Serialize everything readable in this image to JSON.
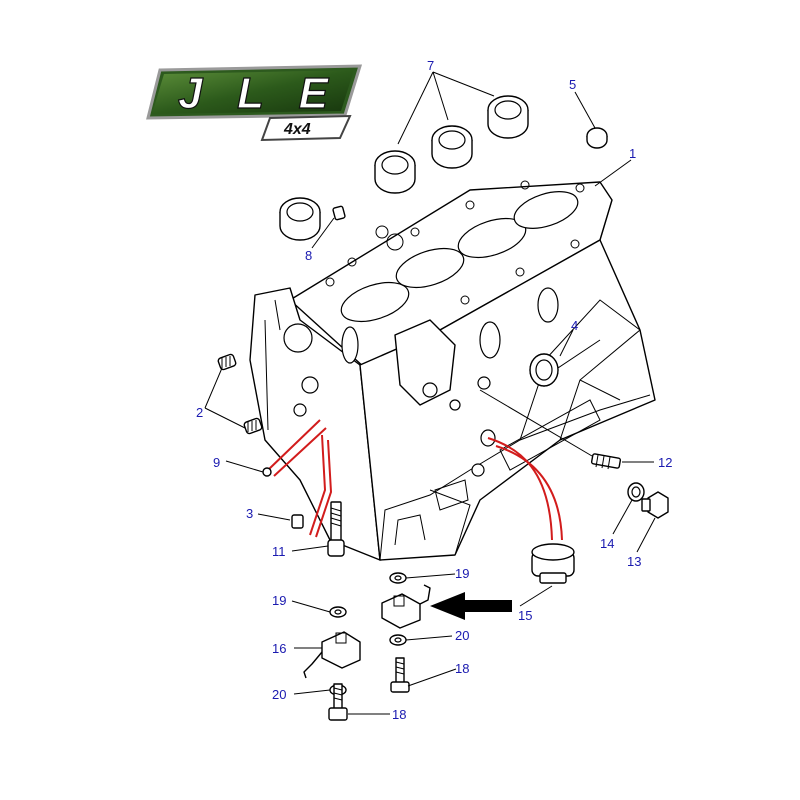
{
  "logo": {
    "brand": "JLE",
    "sub": "4x4",
    "bg": "#2d5a1e"
  },
  "colors": {
    "callout": "#1a1ab0",
    "oil_path": "#d21c1c",
    "line": "#000000"
  },
  "callouts": [
    {
      "id": "c1",
      "text": "1"
    },
    {
      "id": "c2",
      "text": "2"
    },
    {
      "id": "c3",
      "text": "3"
    },
    {
      "id": "c4",
      "text": "4"
    },
    {
      "id": "c5",
      "text": "5"
    },
    {
      "id": "c7",
      "text": "7"
    },
    {
      "id": "c8",
      "text": "8"
    },
    {
      "id": "c9",
      "text": "9"
    },
    {
      "id": "c11",
      "text": "11"
    },
    {
      "id": "c12",
      "text": "12"
    },
    {
      "id": "c13",
      "text": "13"
    },
    {
      "id": "c14",
      "text": "14"
    },
    {
      "id": "c15",
      "text": "15"
    },
    {
      "id": "c16",
      "text": "16"
    },
    {
      "id": "c18a",
      "text": "18"
    },
    {
      "id": "c18b",
      "text": "18"
    },
    {
      "id": "c19a",
      "text": "19"
    },
    {
      "id": "c19b",
      "text": "19"
    },
    {
      "id": "c20a",
      "text": "20"
    },
    {
      "id": "c20b",
      "text": "20"
    }
  ]
}
